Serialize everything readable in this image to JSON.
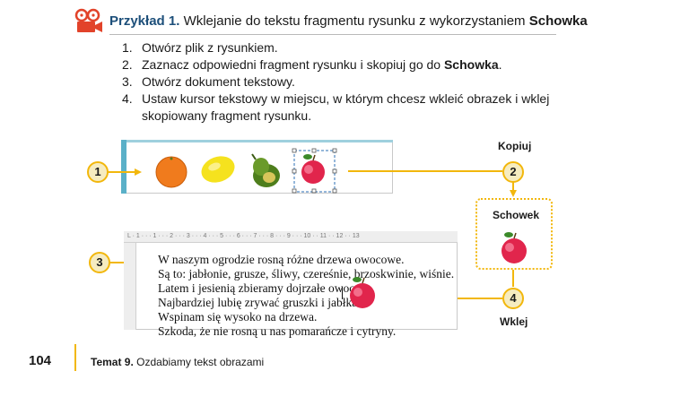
{
  "example": {
    "label": "Przykład 1.",
    "title": "Wklejanie do tekstu fragmentu rysunku z wykorzystaniem",
    "title_bold": "Schowka"
  },
  "steps": [
    {
      "num": "1.",
      "text": "Otwórz plik z rysunkiem."
    },
    {
      "num": "2.",
      "text": "Zaznacz odpowiedni fragment rysunku i skopiuj go do ",
      "bold": "Schowka",
      "after": "."
    },
    {
      "num": "3.",
      "text": "Otwórz dokument tekstowy."
    },
    {
      "num": "4.",
      "text": "Ustaw kursor tekstowy w miejscu, w którym chcesz wkleić obrazek i wklej skopiowany fragment rysunku."
    }
  ],
  "callouts": {
    "copy": "Kopiuj",
    "clipboard": "Schowek",
    "paste": "Wklej",
    "num1": "1",
    "num2": "2",
    "num3": "3",
    "num4": "4"
  },
  "ruler": {
    "marks": "L · 1 · · · 1 · · · 2 · · · 3 · · · 4 · · · 5 · · · 6 · · · 7 · · · 8 · · · 9 · · · 10 · · 11 · · 12 · · 13"
  },
  "document_lines": [
    "W naszym ogrodzie rosną różne drzewa owocowe.",
    "Są to: jabłonie, grusze, śliwy, czereśnie, brzoskwinie, wiśnie.",
    "Latem i jesienią zbieramy dojrzałe owoce.",
    "Najbardziej lubię zrywać gruszki i jabłka.",
    "Wspinam się wysoko na drzewa.",
    "Szkoda, że nie rosną u nas pomarańcze i cytryny."
  ],
  "footer": {
    "page": "104",
    "topic": "Temat 9.",
    "topic_title": "Ozdabiamy tekst obrazami"
  },
  "colors": {
    "accent_yellow": "#f2b70c",
    "title_blue": "#1d4f7a",
    "icon_red": "#e2432a"
  }
}
